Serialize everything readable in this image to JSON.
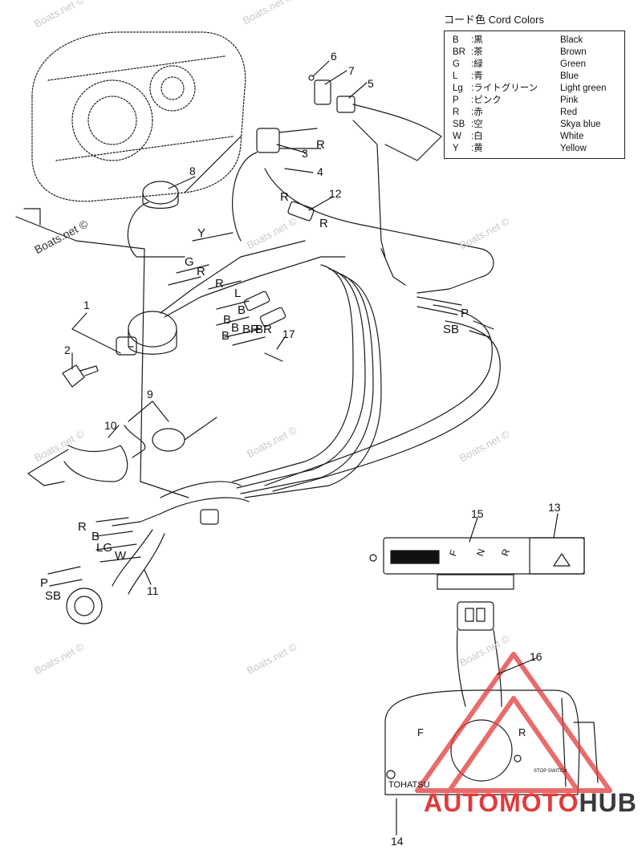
{
  "legend": {
    "title": "コード色 Cord Colors",
    "rows": [
      {
        "code": "B",
        "jp": ":黒",
        "en": "Black"
      },
      {
        "code": "BR",
        "jp": ":茶",
        "en": "Brown"
      },
      {
        "code": "G",
        "jp": ":緑",
        "en": "Green"
      },
      {
        "code": "L",
        "jp": ":青",
        "en": "Blue"
      },
      {
        "code": "Lg",
        "jp": ":ライトグリーン",
        "en": "Light green"
      },
      {
        "code": "P",
        "jp": ":ピンク",
        "en": "Pink"
      },
      {
        "code": "R",
        "jp": ":赤",
        "en": "Red"
      },
      {
        "code": "SB",
        "jp": ":空",
        "en": "Skya blue"
      },
      {
        "code": "W",
        "jp": ":白",
        "en": "White"
      },
      {
        "code": "Y",
        "jp": ":黄",
        "en": "Yellow"
      }
    ]
  },
  "parts": [
    "1",
    "2",
    "3",
    "4",
    "5",
    "6",
    "7",
    "8",
    "9",
    "10",
    "11",
    "12",
    "13",
    "14",
    "15",
    "16",
    "17"
  ],
  "wire_labels": [
    "R",
    "R",
    "R",
    "Y",
    "G",
    "R",
    "R",
    "L",
    "B",
    "B",
    "B",
    "BR",
    "B",
    "BR",
    "P",
    "SB",
    "R",
    "B",
    "LG",
    "W",
    "P",
    "SB"
  ],
  "shift_markings": [
    "F",
    "N",
    "R"
  ],
  "control_markings": [
    "F",
    "R"
  ],
  "product_label": "TOHATSU",
  "stop_switch_label": "STOP SWITCH",
  "watermark_text": "Boats.net ©",
  "brand": {
    "auto": "AUTO",
    "moto": "MOTO",
    "hub": "HUB"
  },
  "colors": {
    "line": "#1a1a1a",
    "brand_red": "#e23a3a",
    "brand_grey": "#3a3a3a",
    "watermark": "#c9c9c9"
  }
}
